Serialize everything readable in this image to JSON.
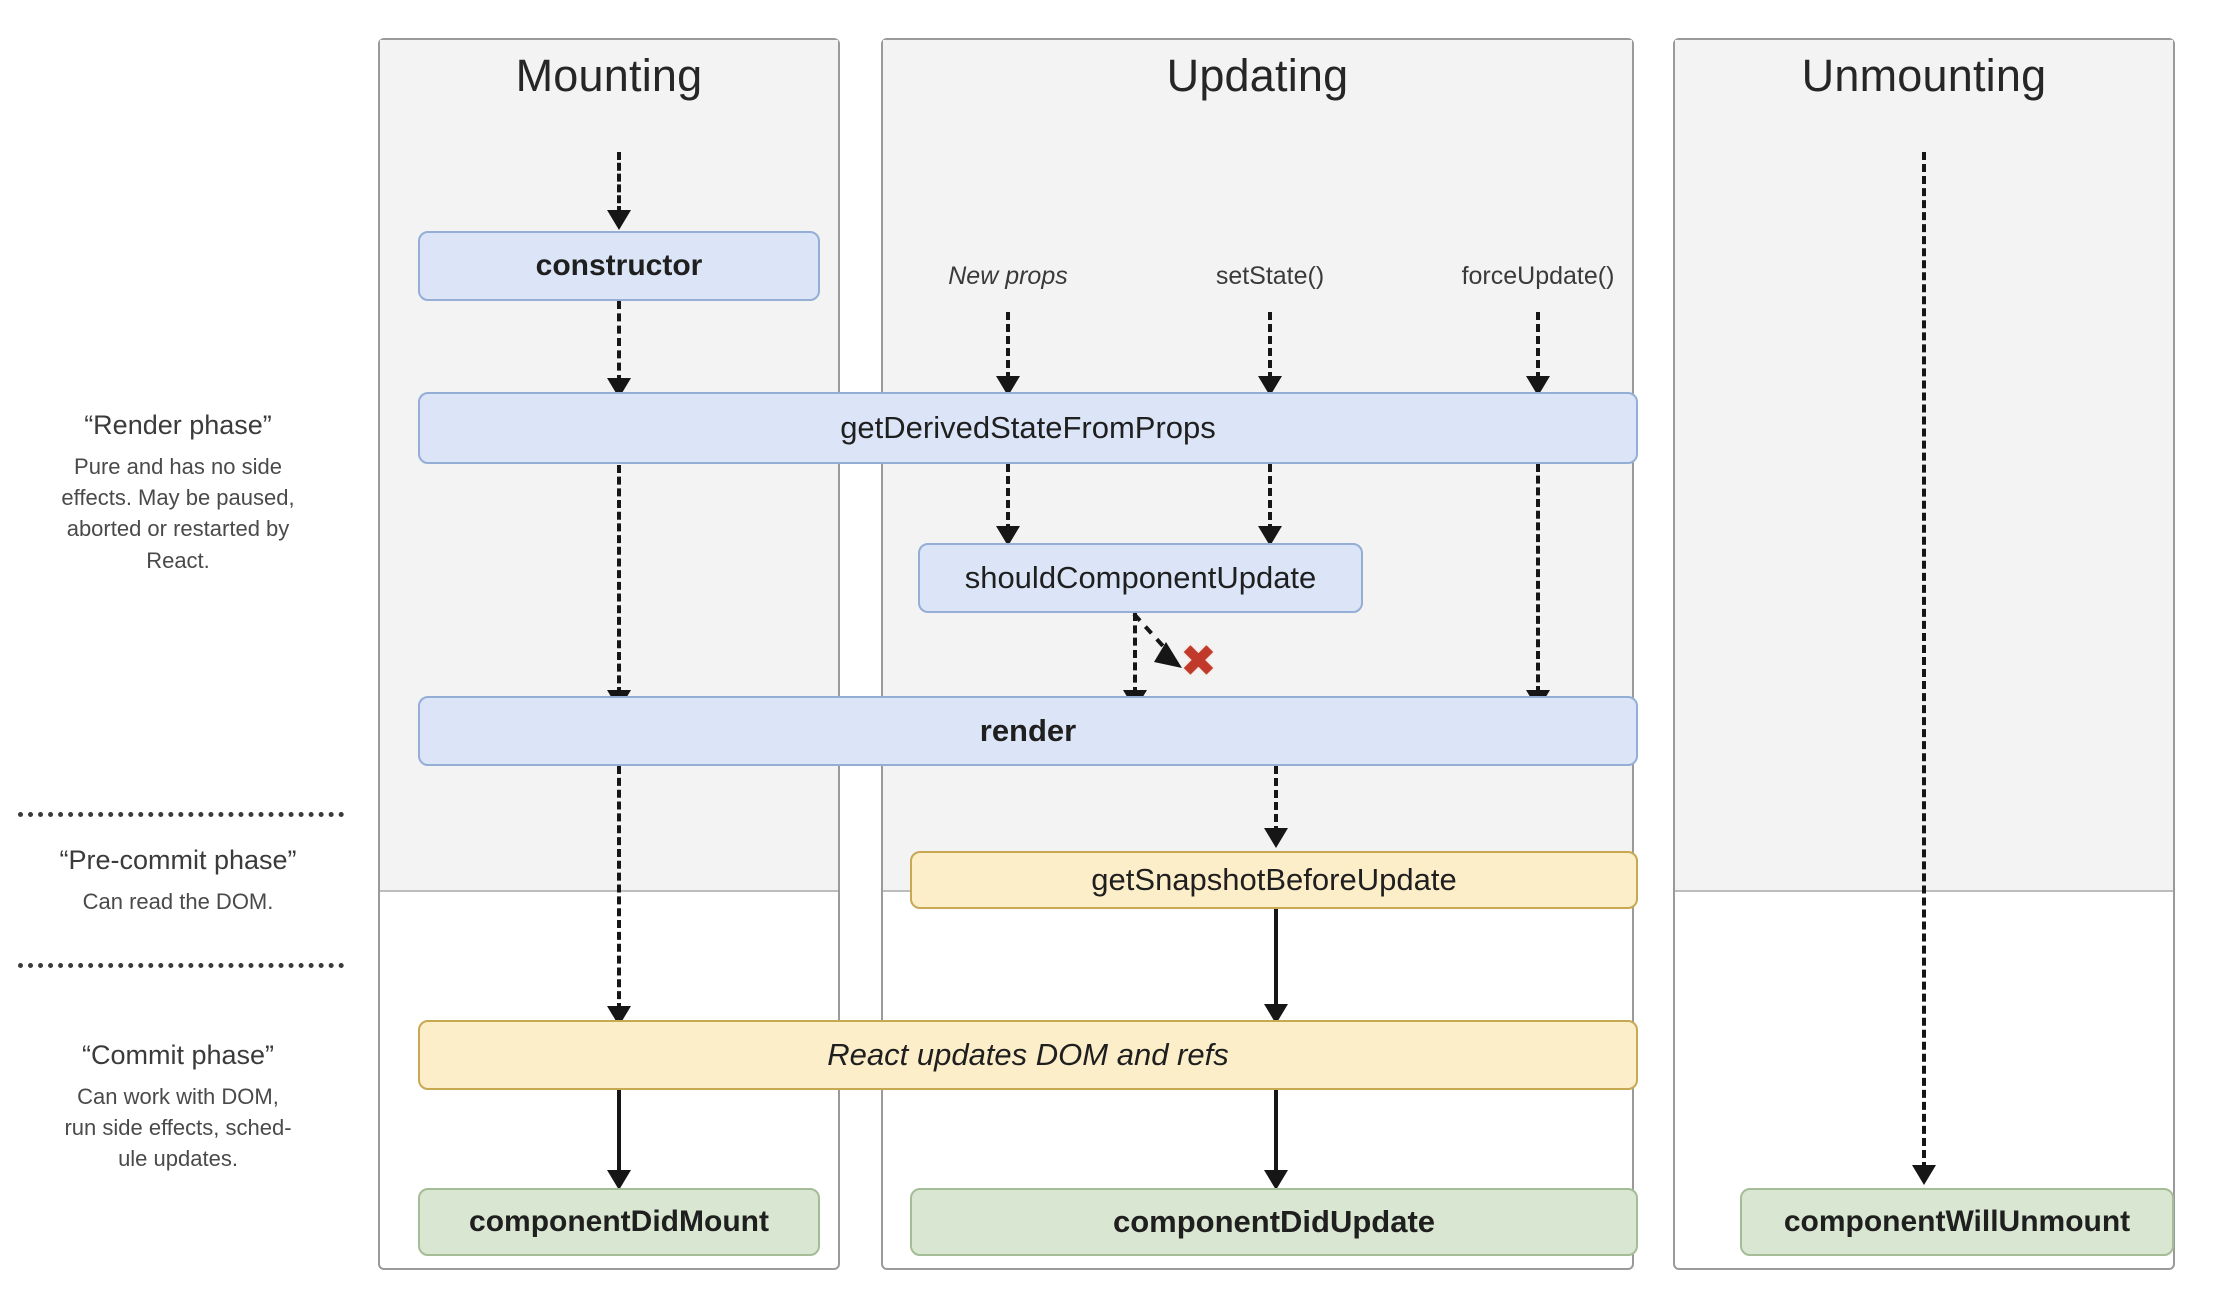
{
  "diagram": {
    "title": "React component lifecycle diagram",
    "colors": {
      "blue_fill": "#dbe5f7",
      "blue_border": "#95aed6",
      "yellow_fill": "#fceec9",
      "yellow_border": "#c8a852",
      "green_fill": "#d9e7d2",
      "green_border": "#a5bd96",
      "panel_shade": "#f3f3f3",
      "panel_border": "#9a9a9a",
      "x_mark": "#c0392b"
    }
  },
  "phases": [
    {
      "title": "“Render phase”",
      "body": "Pure and has no side effects. May be paused, aborted or restarted by React."
    },
    {
      "title": "“Pre-commit phase”",
      "body": "Can read the DOM."
    },
    {
      "title": "“Commit phase”",
      "body": "Can work with DOM, run side effects, sched-ule updates."
    }
  ],
  "columns": {
    "mounting": {
      "title": "Mounting",
      "nodes": {
        "constructor": "constructor",
        "did_mount": "componentDidMount"
      }
    },
    "updating": {
      "title": "Updating",
      "triggers": [
        {
          "label": "New props",
          "style": "italic"
        },
        {
          "label": "setState()",
          "style": "normal"
        },
        {
          "label": "forceUpdate()",
          "style": "normal"
        }
      ],
      "nodes": {
        "should_component_update": "shouldComponentUpdate",
        "get_snapshot": "getSnapshotBeforeUpdate",
        "did_update": "componentDidUpdate"
      }
    },
    "unmounting": {
      "title": "Unmounting",
      "nodes": {
        "will_unmount": "componentWillUnmount"
      }
    }
  },
  "shared_nodes": {
    "get_derived_state": "getDerivedStateFromProps",
    "render": "render",
    "react_updates": "React updates DOM and refs"
  },
  "icons": {
    "abort": "✖"
  }
}
